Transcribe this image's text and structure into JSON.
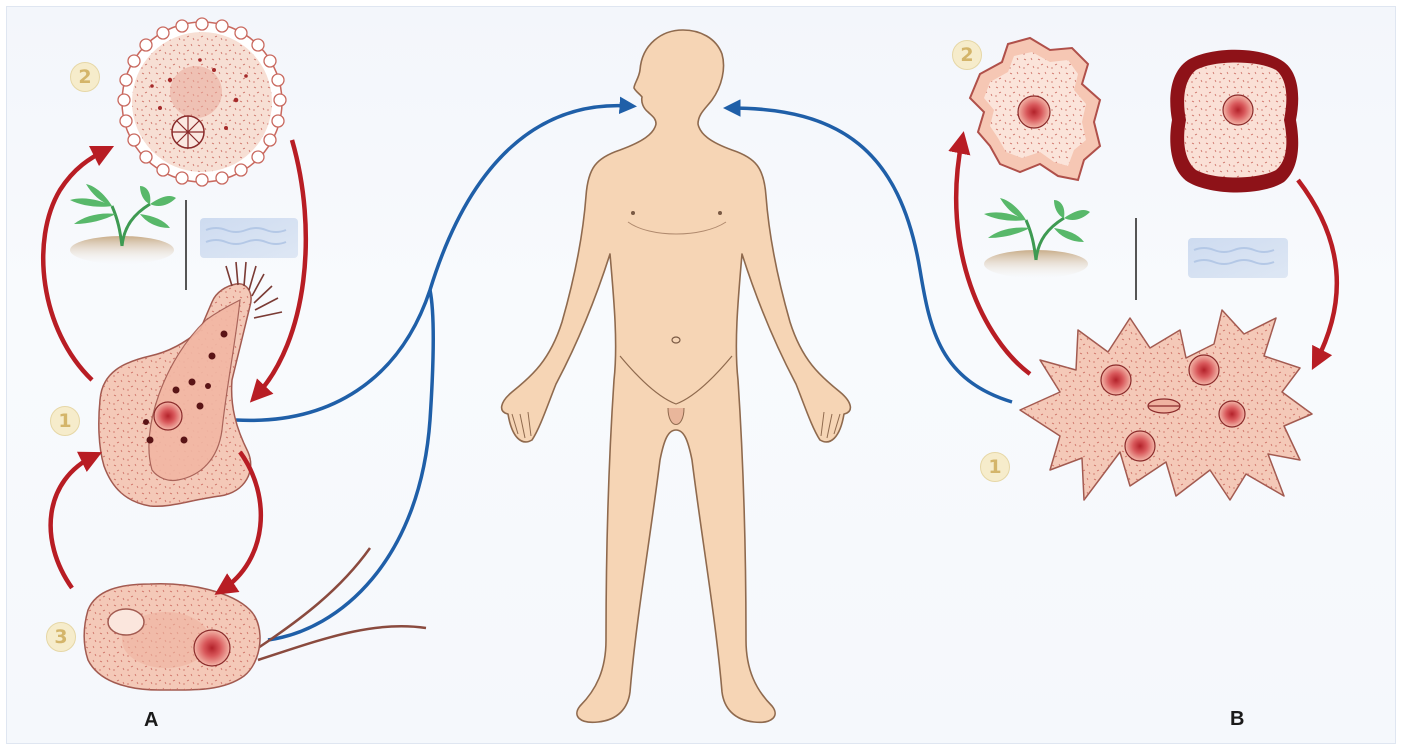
{
  "panels": {
    "a_label": "A",
    "b_label": "B"
  },
  "stage_numbers": {
    "a_cyst": "2",
    "a_trophozoite": "1",
    "a_flagellate": "3",
    "b_cyst": "2",
    "b_trophozoite": "1"
  },
  "colors": {
    "cycle_arrow": "#b81d24",
    "infection_arrow": "#1f5fa8",
    "skin": "#f6d5b5",
    "organism": "#f4c9b8"
  }
}
